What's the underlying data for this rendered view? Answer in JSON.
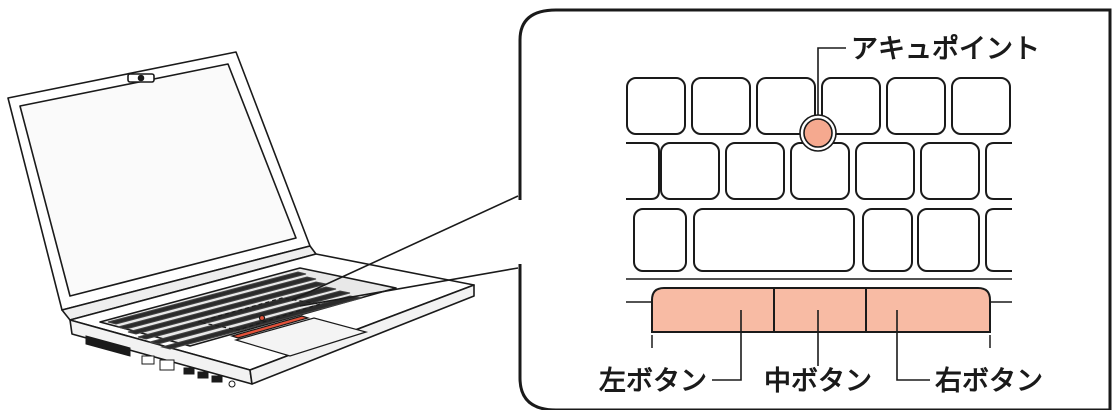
{
  "labels": {
    "pointing_stick": "アキュポイント",
    "left_button": "左ボタン",
    "middle_button": "中ボタン",
    "right_button": "右ボタン"
  },
  "colors": {
    "pointer": "#f5a98f",
    "buttons": "#f8bba4",
    "outline": "#1a1a1a",
    "line": "#222222"
  },
  "icons": {
    "laptop": "laptop-illustration"
  }
}
